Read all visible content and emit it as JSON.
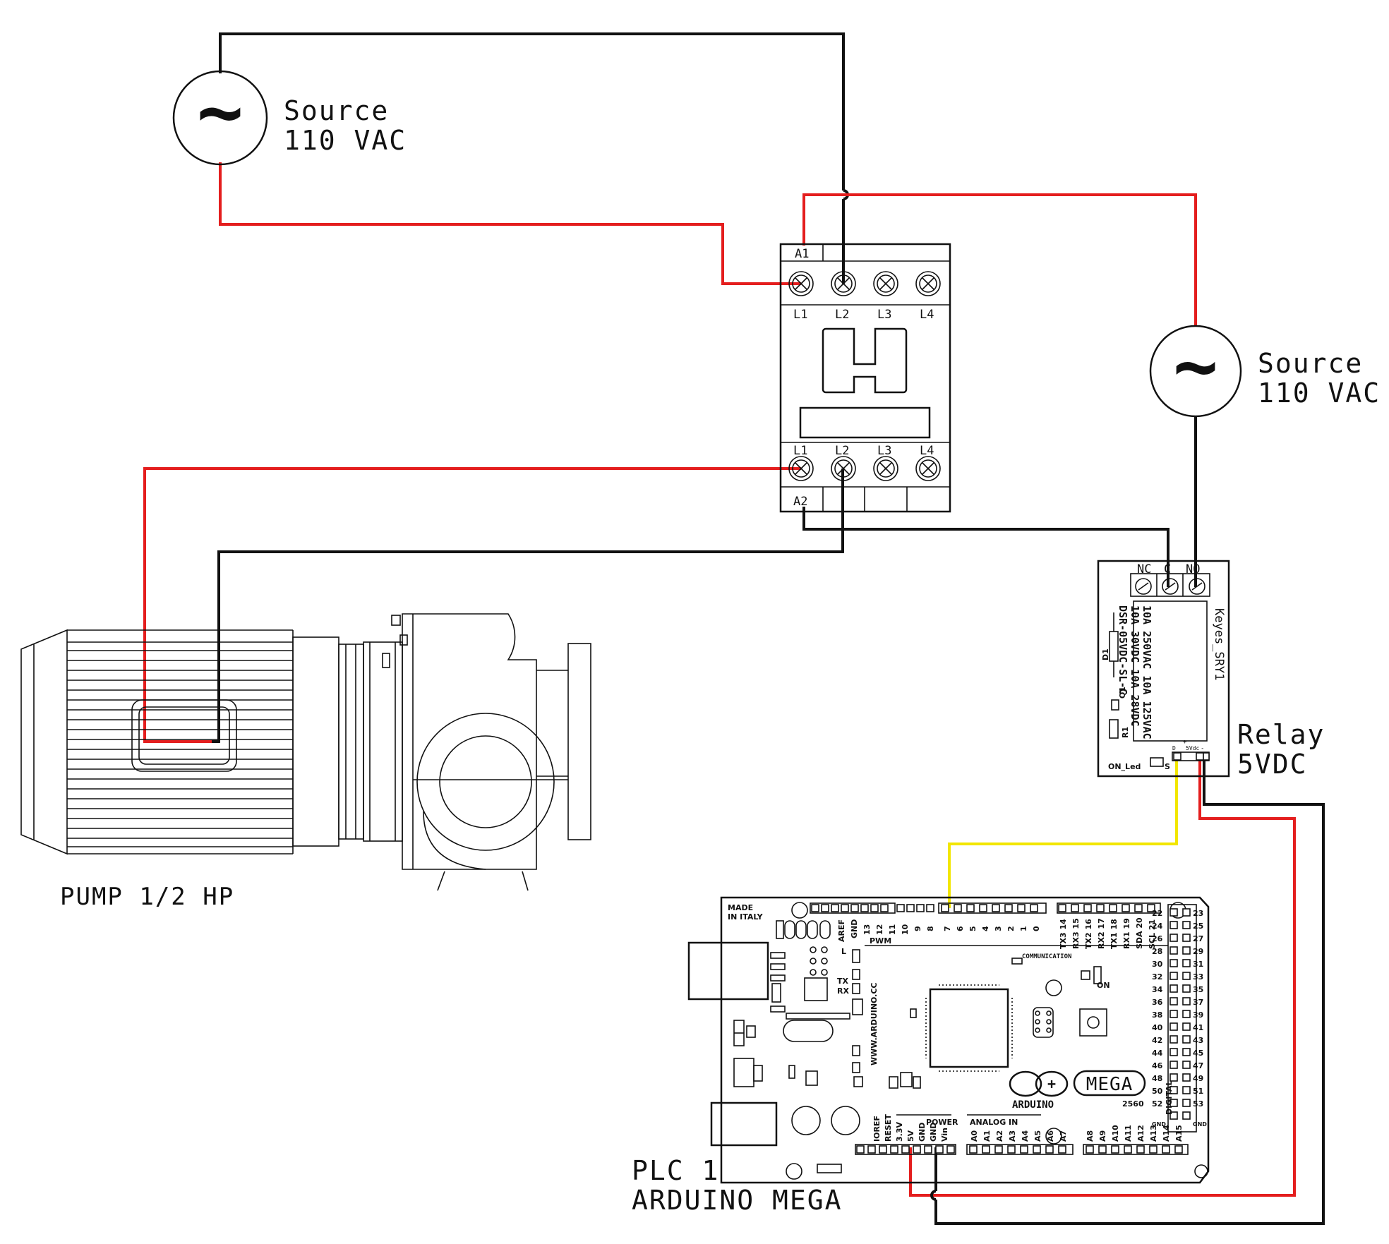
{
  "colors": {
    "wire_live": "#e41e1e",
    "wire_neutral": "#111111",
    "wire_signal": "#f2e600",
    "line": "#111111",
    "background": "#ffffff"
  },
  "source_top": {
    "line1": "Source",
    "line2": "110 VAC",
    "symbol": "~"
  },
  "source_right": {
    "line1": "Source",
    "line2": "110 VAC",
    "symbol": "~"
  },
  "contactor": {
    "coil_top": "A1",
    "coil_bottom": "A2",
    "top_terminals": [
      "L1",
      "L2",
      "L3",
      "L4"
    ],
    "bottom_terminals": [
      "L1",
      "L2",
      "L3",
      "L4"
    ]
  },
  "relay": {
    "label_line1": "Relay",
    "label_line2": "5VDC",
    "contacts": [
      "NC",
      "C",
      "NO"
    ],
    "module_name": "Keyes_SRY1",
    "part_lines": [
      "10A 250VAC 10A 125VAC",
      "10A 30VDC 10A 28VDC",
      "DSR-05VDC-SL-C"
    ],
    "components": [
      "D1",
      "Q1",
      "R1"
    ],
    "led_label": "ON_Led",
    "pins": [
      "S",
      "D",
      "+",
      "5Vdc",
      "-"
    ]
  },
  "pump": {
    "label": "PUMP 1/2 HP"
  },
  "plc": {
    "label_line1": "PLC 1",
    "label_line2": "ARDUINO MEGA",
    "made_in": [
      "MADE",
      "IN ITALY"
    ],
    "top_pins": [
      "AREF",
      "GND",
      "13",
      "12",
      "11",
      "10",
      "9",
      "8",
      "7",
      "6",
      "5",
      "4",
      "3",
      "2",
      "1",
      "0",
      "TX3 14",
      "RX3 15",
      "TX2 16",
      "RX2 17",
      "TX1 18",
      "RX1 19",
      "SDA 20",
      "SCL 21"
    ],
    "pwm_label": "PWM",
    "comm_label": "COMMUNICATION",
    "led_labels": [
      "L",
      "TX",
      "RX",
      "ON"
    ],
    "website": "WWW.ARDUINO.CC",
    "brand": "ARDUINO",
    "model": "MEGA",
    "model_number": "2560",
    "digital_label": "DIGITAL",
    "digital_pins": [
      "22",
      "23",
      "24",
      "25",
      "26",
      "27",
      "28",
      "29",
      "30",
      "31",
      "32",
      "33",
      "34",
      "35",
      "36",
      "37",
      "38",
      "39",
      "40",
      "41",
      "42",
      "43",
      "44",
      "45",
      "46",
      "47",
      "48",
      "49",
      "50",
      "51",
      "52",
      "53",
      "GND",
      "GND"
    ],
    "power_label": "POWER",
    "power_pins": [
      "IOREF",
      "RESET",
      "3.3V",
      "5V",
      "GND",
      "GND",
      "Vin"
    ],
    "analog_label": "ANALOG IN",
    "analog_pins": [
      "A0",
      "A1",
      "A2",
      "A3",
      "A4",
      "A5",
      "A6",
      "A7",
      "A8",
      "A9",
      "A10",
      "A11",
      "A12",
      "A13",
      "A14",
      "A15"
    ]
  }
}
